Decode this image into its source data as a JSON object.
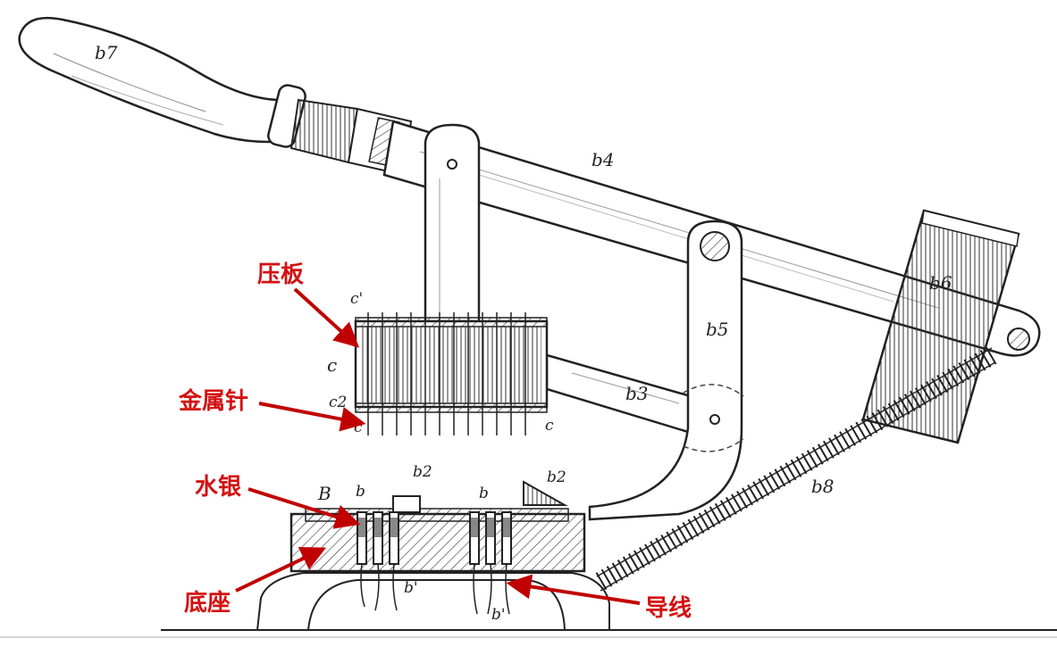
{
  "labels": {
    "press_plate": "压板",
    "metal_pins": "金属针",
    "mercury": "水银",
    "base": "底座",
    "wires": "导线"
  },
  "letters": {
    "handle": "b7",
    "lever": "b4",
    "block": "b6",
    "link": "b5",
    "bar": "b3",
    "spring": "b8",
    "plate_top": "c'",
    "plate_side": "c",
    "plate_bottom": "c2",
    "pins_left": "c",
    "pins_right": "c",
    "base_B": "B",
    "cup_left": "b",
    "cup_right": "b",
    "post_mid": "b2",
    "post_right": "b2",
    "wire_mid": "b'",
    "wire_low": "b'"
  },
  "colors": {
    "label_red": "#d41111",
    "ink": "#222222"
  }
}
